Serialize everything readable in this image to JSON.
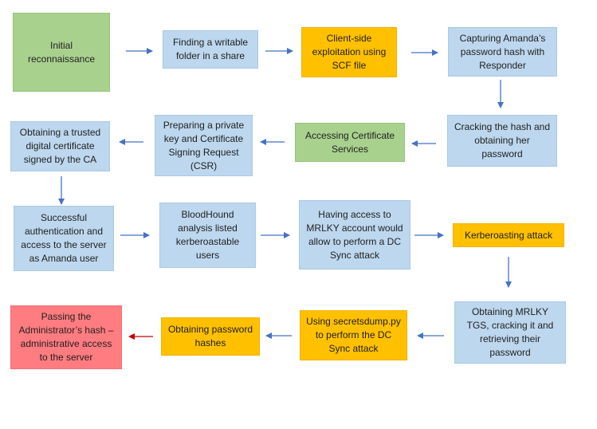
{
  "colors": {
    "blue_box": "#bdd7ee",
    "green_box": "#a9d18e",
    "orange_box": "#ffc000",
    "red_box": "#ff7c80",
    "arrow": "#4472c4",
    "final_arrow": "#c00000"
  },
  "steps": [
    "Initial reconnaissance",
    "Finding a writable folder in a share",
    "Client-side exploitation using SCF file",
    "Capturing Amanda’s password hash with Responder",
    "Cracking the hash and obtaining her password",
    "Accessing Certificate Services",
    "Preparing a private key and Certificate Signing Request (CSR)",
    "Obtaining a trusted digital certificate signed by the CA",
    "Successful authentication and access to the server as Amanda user",
    "BloodHound analysis listed kerberoastable users",
    "Having access to MRLKY account would allow to perform a DC Sync attack",
    "Kerberoasting attack",
    "Obtaining MRLKY TGS, cracking it and retrieving their password",
    "Using secretsdump.py to perform the DC Sync attack",
    "Obtaining password hashes",
    "Passing the Administrator’s hash – administrative access to the server"
  ]
}
